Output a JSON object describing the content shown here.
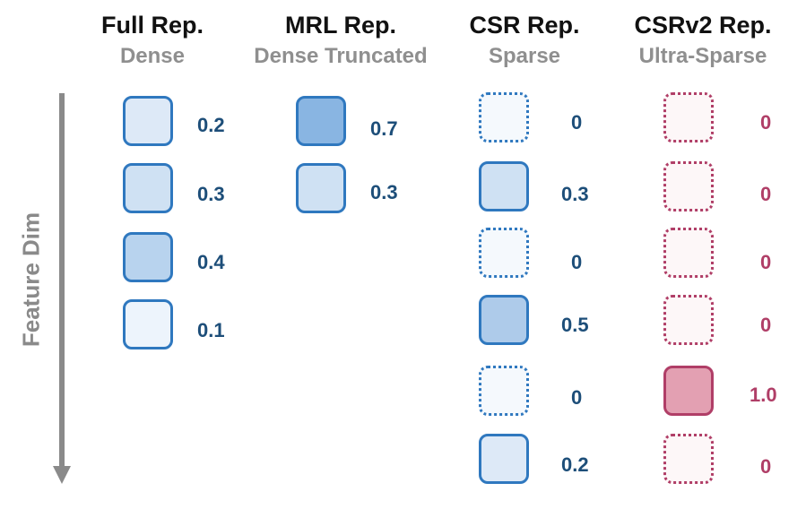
{
  "axis": {
    "label": "Feature Dim"
  },
  "columns": [
    {
      "title": "Full Rep.",
      "subtitle": "Dense",
      "cells": [
        {
          "value": "0.2",
          "zero": false
        },
        {
          "value": "0.3",
          "zero": false
        },
        {
          "value": "0.4",
          "zero": false
        },
        {
          "value": "0.1",
          "zero": false
        }
      ]
    },
    {
      "title": "MRL Rep.",
      "subtitle": "Dense Truncated",
      "cells": [
        {
          "value": "0.7",
          "zero": false
        },
        {
          "value": "0.3",
          "zero": false
        }
      ]
    },
    {
      "title": "CSR Rep.",
      "subtitle": "Sparse",
      "cells": [
        {
          "value": "0",
          "zero": true
        },
        {
          "value": "0.3",
          "zero": false
        },
        {
          "value": "0",
          "zero": true
        },
        {
          "value": "0.5",
          "zero": false
        },
        {
          "value": "0",
          "zero": true
        },
        {
          "value": "0.2",
          "zero": false
        }
      ]
    },
    {
      "title": "CSRv2 Rep.",
      "subtitle": "Ultra-Sparse",
      "cells": [
        {
          "value": "0",
          "zero": true
        },
        {
          "value": "0",
          "zero": true
        },
        {
          "value": "0",
          "zero": true
        },
        {
          "value": "0",
          "zero": true
        },
        {
          "value": "1.0",
          "zero": false
        },
        {
          "value": "0",
          "zero": true
        }
      ]
    }
  ],
  "colors": {
    "blue_border": "#2f78bf",
    "blue_text": "#1d4e79",
    "blue_fill_0.1": "#edf4fc",
    "blue_fill_0.2": "#dde9f7",
    "blue_fill_0.3": "#cfe1f3",
    "blue_fill_0.4": "#b8d3ee",
    "blue_fill_0.5": "#aecbea",
    "blue_fill_0.7": "#89b5e2",
    "blue_fill_zero": "#f5f9fd",
    "red_border": "#b03e67",
    "red_text": "#b03e67",
    "red_fill_1.0": "#e3a0b2",
    "red_fill_zero": "#fdf7f8",
    "axis_color": "#8a8a8a"
  }
}
